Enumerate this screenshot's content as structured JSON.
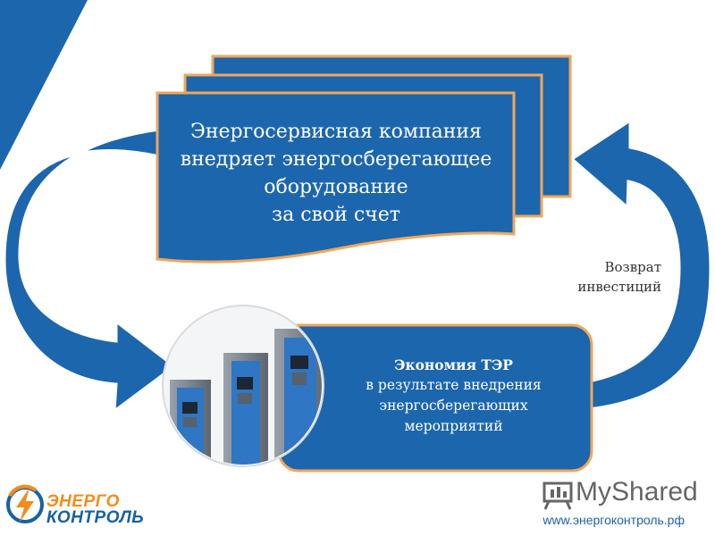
{
  "colors": {
    "primary_blue": "#1c66ad",
    "dark_blue": "#0d4f8f",
    "orange_border": "#f2a65a",
    "logo_orange": "#f28c1e",
    "logo_blue": "#1561a5"
  },
  "stacked_document": {
    "lines": [
      "Энергосервисная компания",
      "внедряет энергосберегающее",
      "оборудование",
      "за свой счет"
    ]
  },
  "economy_box": {
    "title": "Экономия ТЭР",
    "lines": [
      "в результате внедрения",
      "энергосберегающих",
      "мероприятий"
    ]
  },
  "return_label": {
    "lines": [
      "Возврат",
      "инвестиций"
    ]
  },
  "logo": {
    "line1": "ЭНЕРГО",
    "line2": "КОНТРОЛЬ"
  },
  "watermark": {
    "text_my": "My",
    "text_shared": "Shared"
  },
  "website": "www.энергоконтроль.рф",
  "icons": [
    "lightning-bolt-logo-icon",
    "presentation-board-icon"
  ]
}
